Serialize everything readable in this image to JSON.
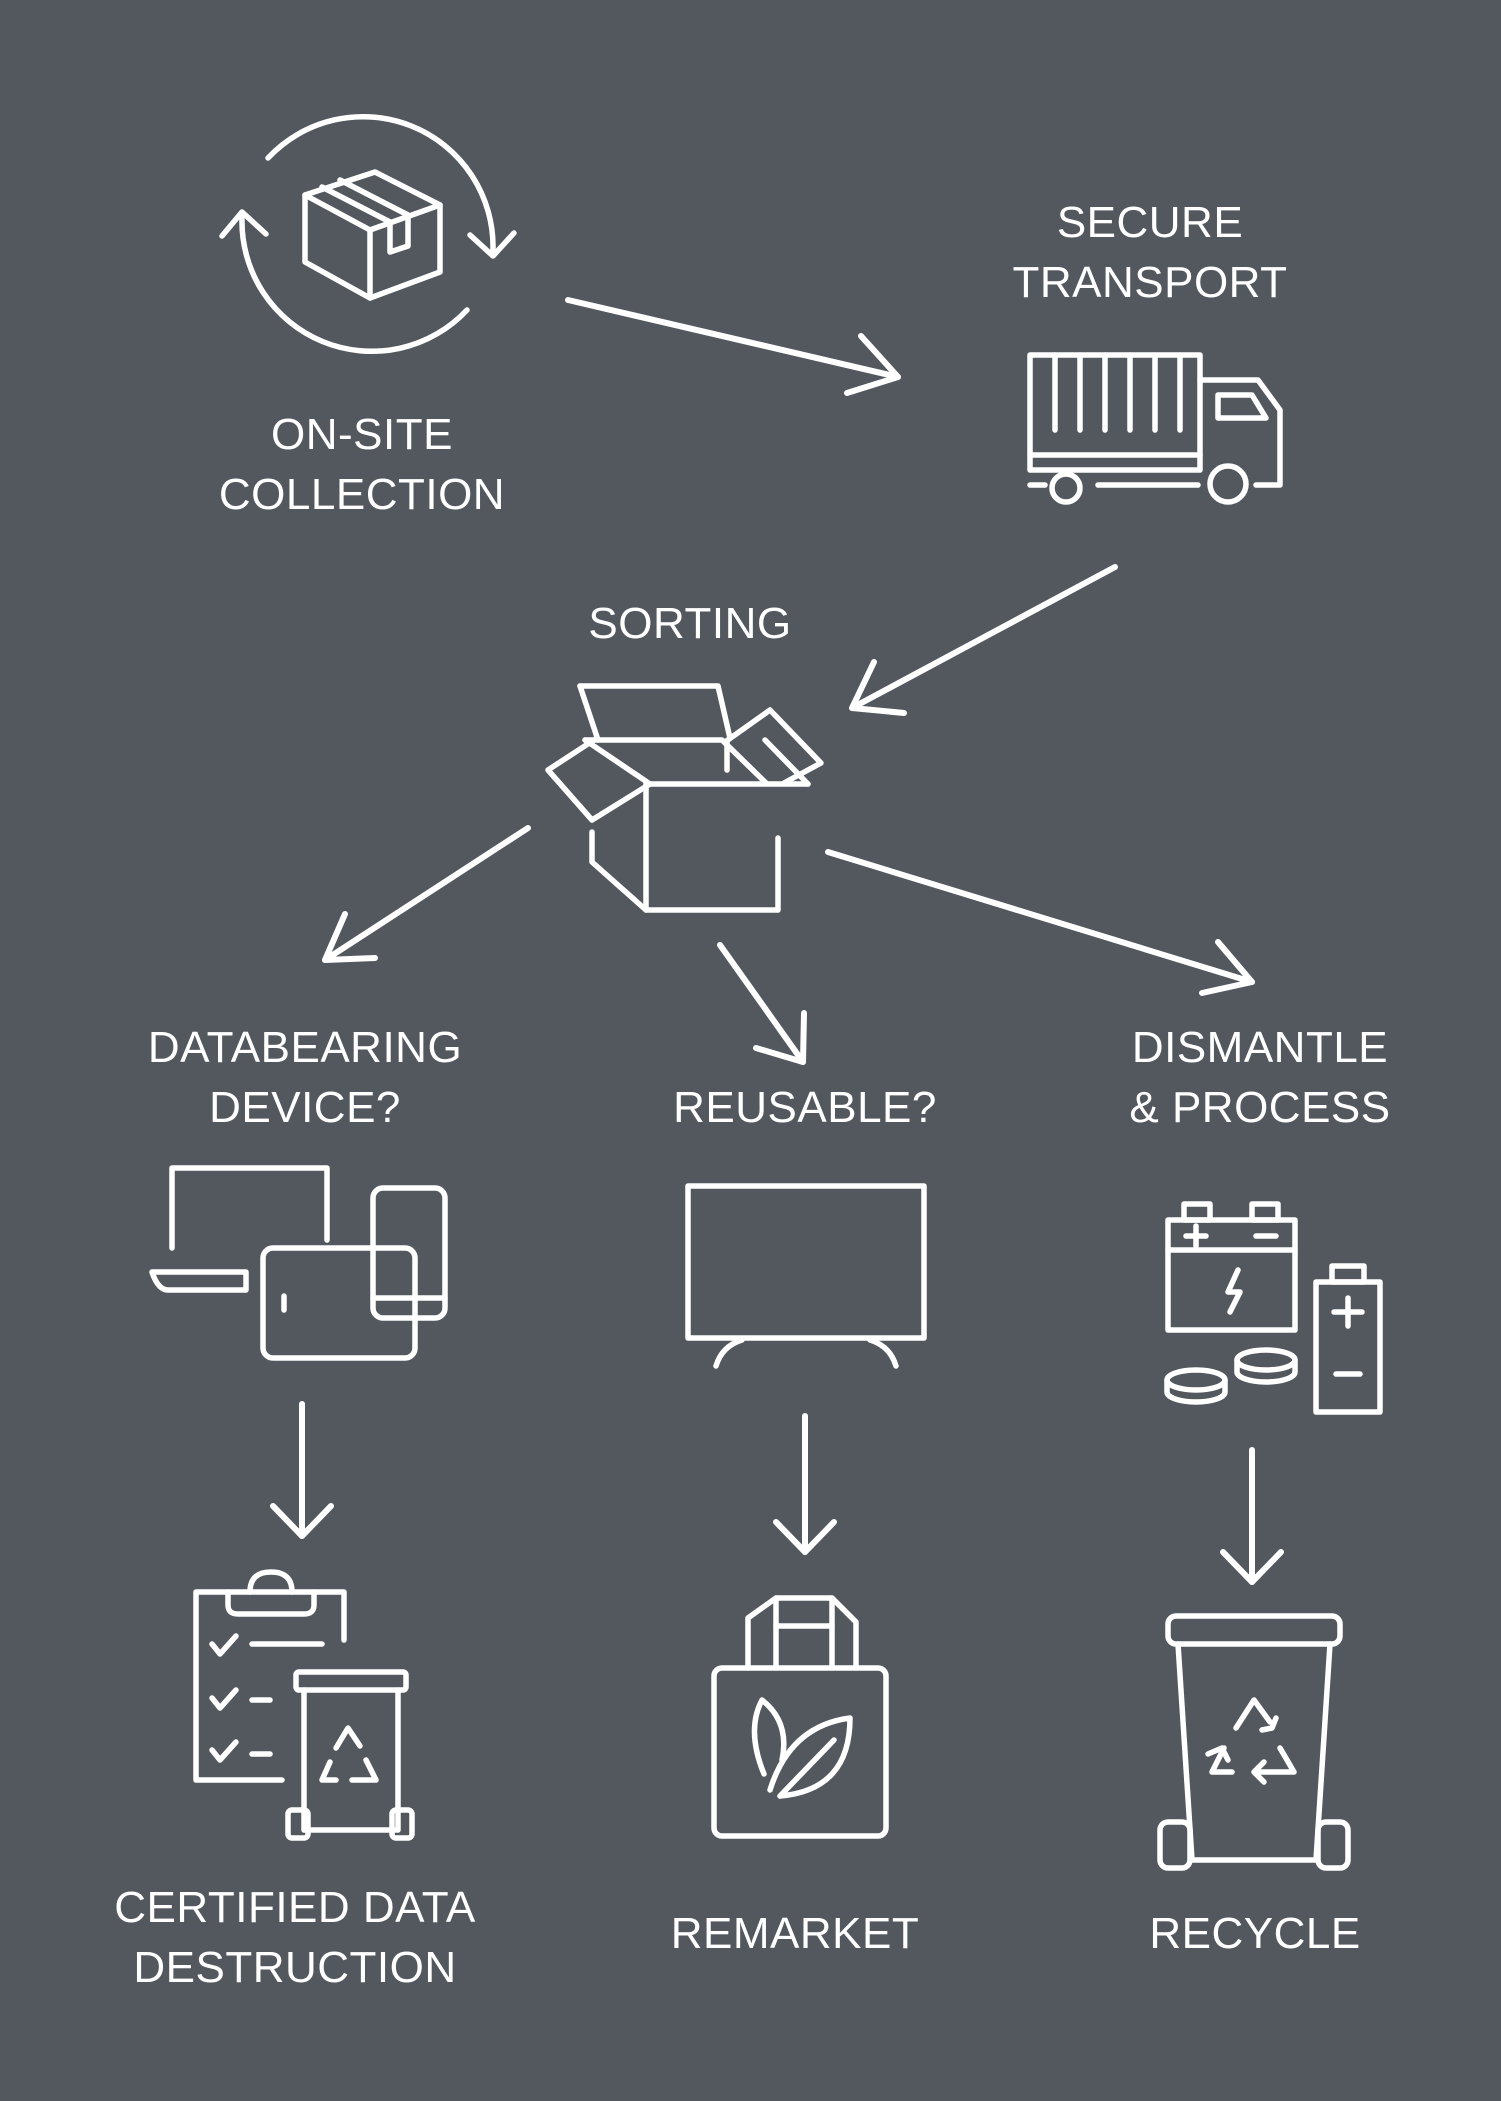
{
  "steps": {
    "collection": {
      "line1": "ON-SITE",
      "line2": "COLLECTION"
    },
    "transport": {
      "line1": "SECURE",
      "line2": "TRANSPORT"
    },
    "sorting": {
      "line1": "SORTING"
    },
    "databearing": {
      "line1": "DATABEARING",
      "line2": "DEVICE?"
    },
    "reusable": {
      "line1": "REUSABLE?"
    },
    "dismantle": {
      "line1": "DISMANTLE",
      "line2": "& PROCESS"
    },
    "destruction": {
      "line1": "CERTIFIED DATA",
      "line2": "DESTRUCTION"
    },
    "remarket": {
      "line1": "REMARKET"
    },
    "recycle": {
      "line1": "RECYCLE"
    }
  },
  "icons": {
    "collection": "box-cycle-icon",
    "transport": "truck-icon",
    "sorting": "open-box-icon",
    "databearing": "devices-icon",
    "reusable": "tv-icon",
    "dismantle": "batteries-icon",
    "destruction": "clipboard-bin-icon",
    "remarket": "eco-bag-icon",
    "recycle": "recycle-bin-icon"
  },
  "colors": {
    "background": "#53585f",
    "foreground": "#ffffff"
  }
}
